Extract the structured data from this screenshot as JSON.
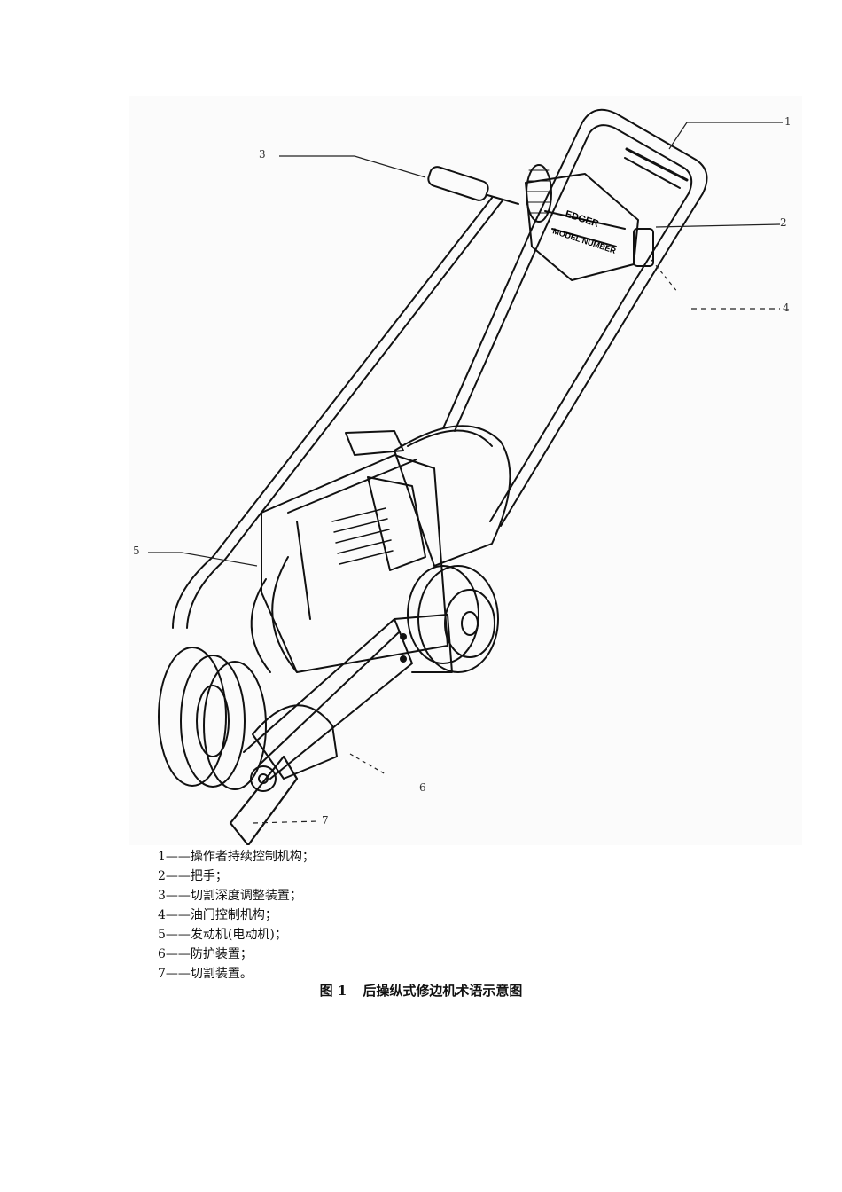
{
  "figure": {
    "callouts": [
      "1",
      "2",
      "3",
      "4",
      "5",
      "6",
      "7"
    ],
    "decal_brand": "EDGER",
    "decal_model": "MODEL NUMBER"
  },
  "legend": [
    "1——操作者持续控制机构；",
    "2——把手；",
    "3——切割深度调整装置；",
    "4——油门控制机构；",
    "5——发动机(电动机)；",
    "6——防护装置；",
    "7——切割装置。"
  ],
  "caption": {
    "number": "图 1",
    "title": "后操纵式修边机术语示意图"
  }
}
